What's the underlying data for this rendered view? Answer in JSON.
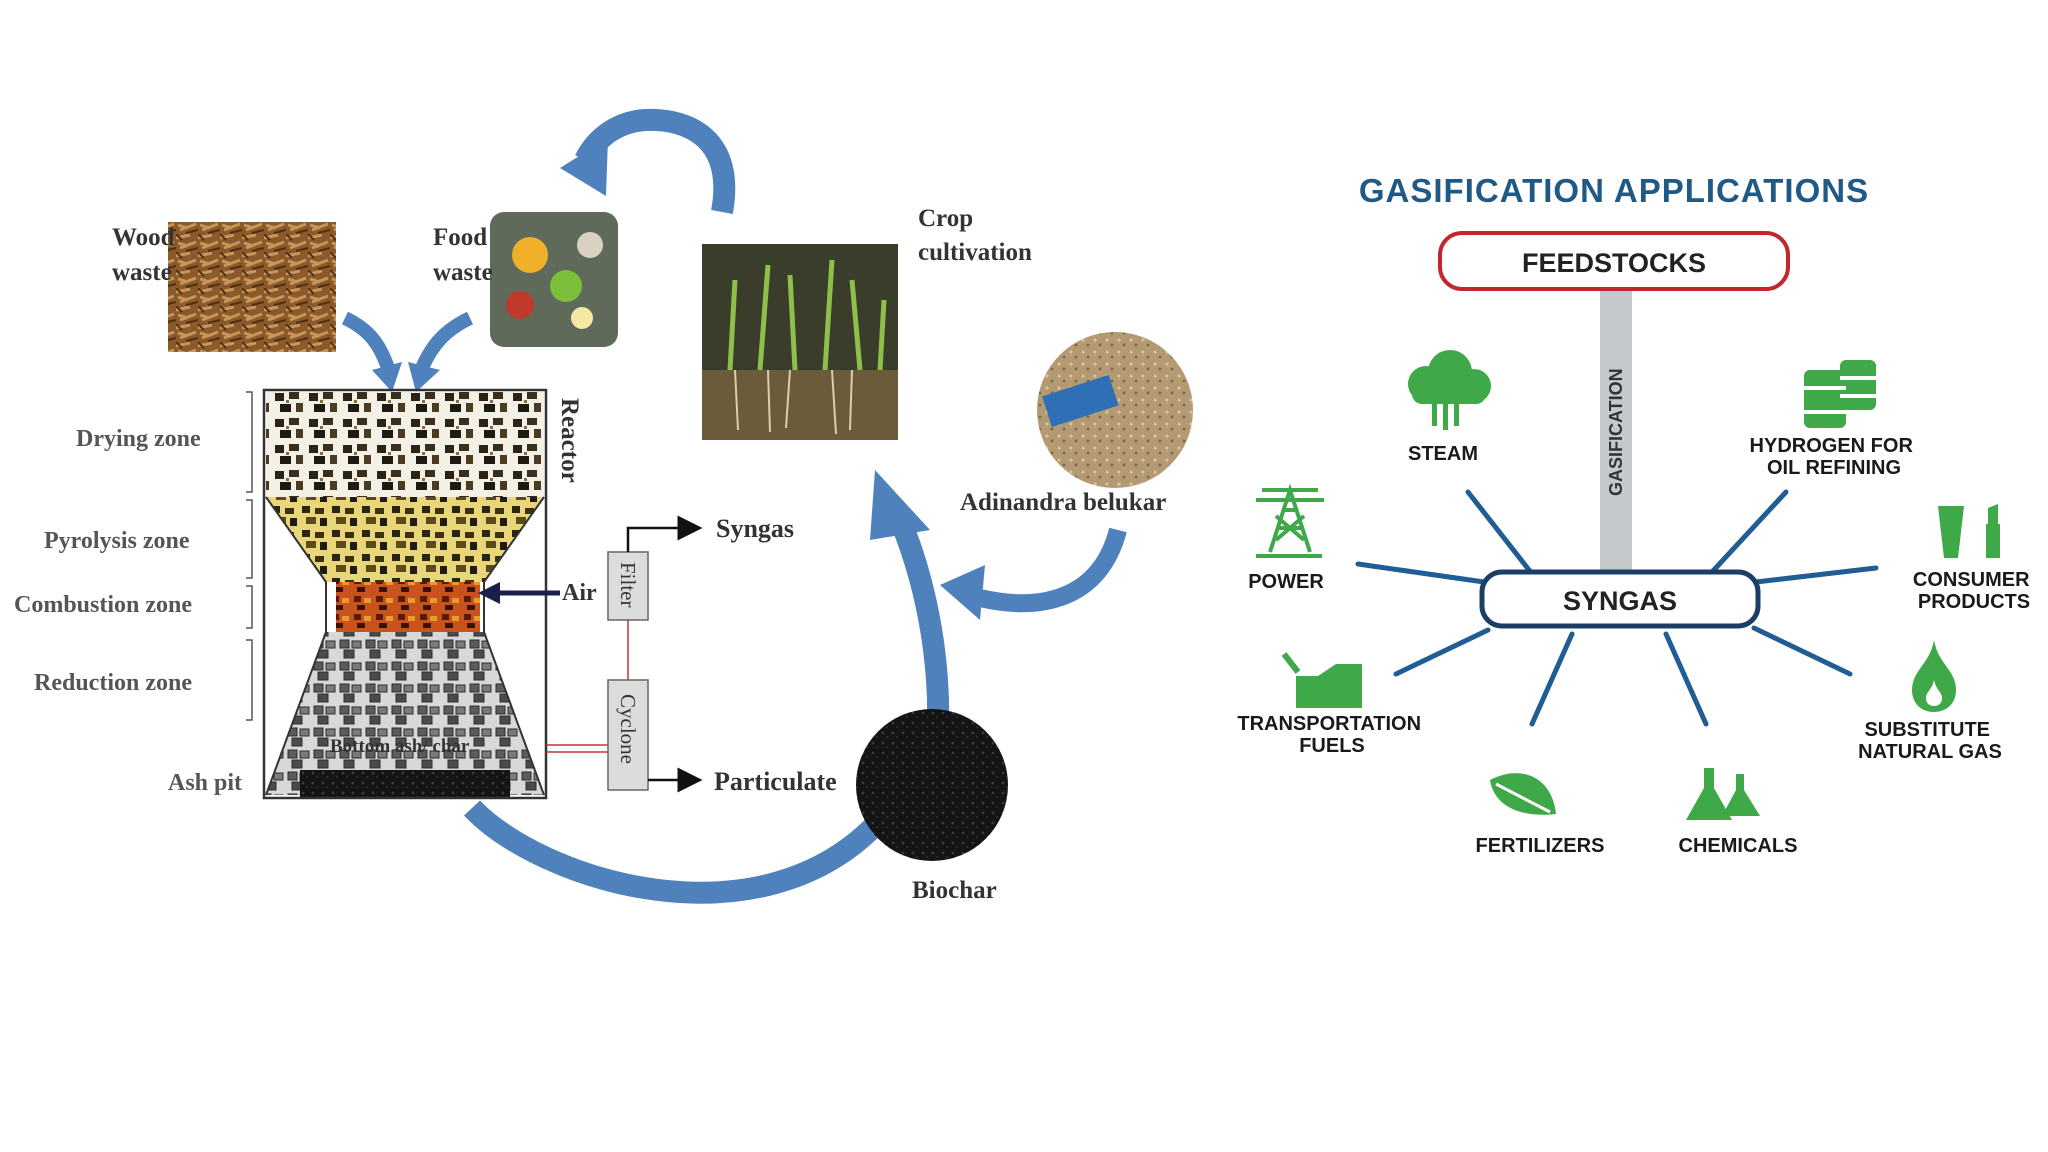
{
  "colors": {
    "cycle_arrow": "#4f82bd",
    "app_green": "#3fa94a",
    "app_title": "#1f5a86",
    "app_navy": "#1c3e66",
    "spoke_blue": "#1f5d94",
    "feedstock_border": "#c3262d",
    "gasification_bar": "#c6c9cc",
    "label_gray": "#333333"
  },
  "left_diagram": {
    "wood_waste": "Wood\nwaste",
    "food_waste": "Food\nwaste",
    "crop_cultivation": "Crop\ncultivation",
    "adinandra": "Adinandra  belukar",
    "reactor": "Reactor",
    "zones": {
      "drying": "Drying  zone",
      "pyrolysis": "Pyrolysis  zone",
      "combustion": "Combustion  zone",
      "reduction": "Reduction  zone",
      "ash_pit": "Ash  pit"
    },
    "bottom_ash": "Bottom  ash/ char",
    "air": "Air",
    "filter": "Filter",
    "cyclone": "Cyclone",
    "syngas": "Syngas",
    "particulate": "Particulate",
    "biochar": "Biochar"
  },
  "right_diagram": {
    "title": "GASIFICATION APPLICATIONS",
    "feedstocks": "FEEDSTOCKS",
    "gasification": "GASIFICATION",
    "syngas": "SYNGAS",
    "applications": {
      "steam": "STEAM",
      "hydrogen": "HYDROGEN FOR\nOIL REFINING",
      "power": "POWER",
      "consumer": "CONSUMER\nPRODUCTS",
      "transport": "TRANSPORTATION\nFUELS",
      "sng": "SUBSTITUTE\nNATURAL GAS",
      "fertilizers": "FERTILIZERS",
      "chemicals": "CHEMICALS"
    },
    "icons": {
      "steam": "steam-cloud-icon",
      "hydrogen": "oil-barrels-icon",
      "power": "power-tower-icon",
      "consumer": "lipstick-tube-icon",
      "transport": "fuel-can-icon",
      "sng": "flame-drop-icon",
      "fertilizers": "leaf-icon",
      "chemicals": "flasks-icon"
    }
  }
}
